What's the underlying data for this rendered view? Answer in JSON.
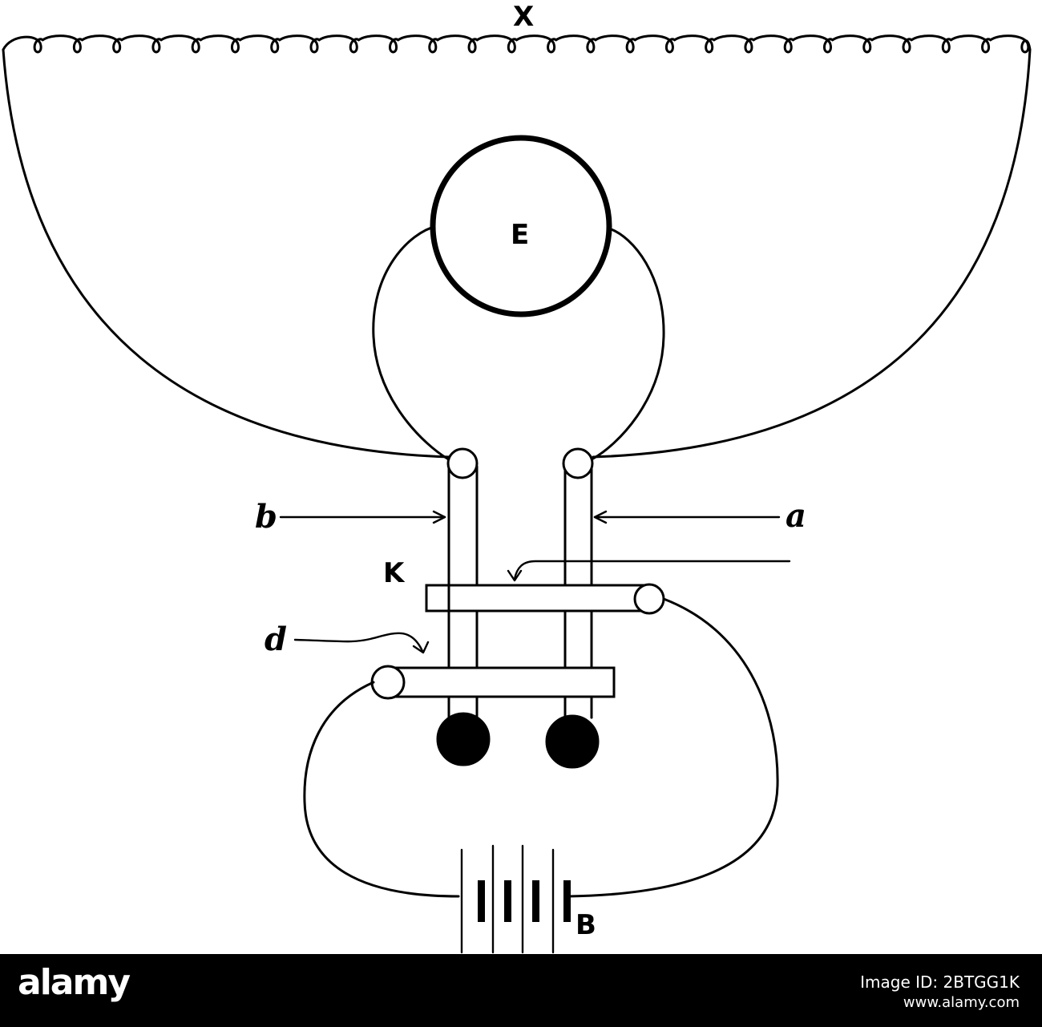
{
  "labels": {
    "X": "X",
    "E": "E",
    "K": "K",
    "B": "B",
    "a": "a",
    "b": "b",
    "d": "d"
  },
  "footer": {
    "logo": "alamy",
    "image_id": "Image ID: 2BTGG1K",
    "url": "www.alamy.com"
  },
  "colors": {
    "ink": "#000000",
    "paper": "#ffffff"
  }
}
